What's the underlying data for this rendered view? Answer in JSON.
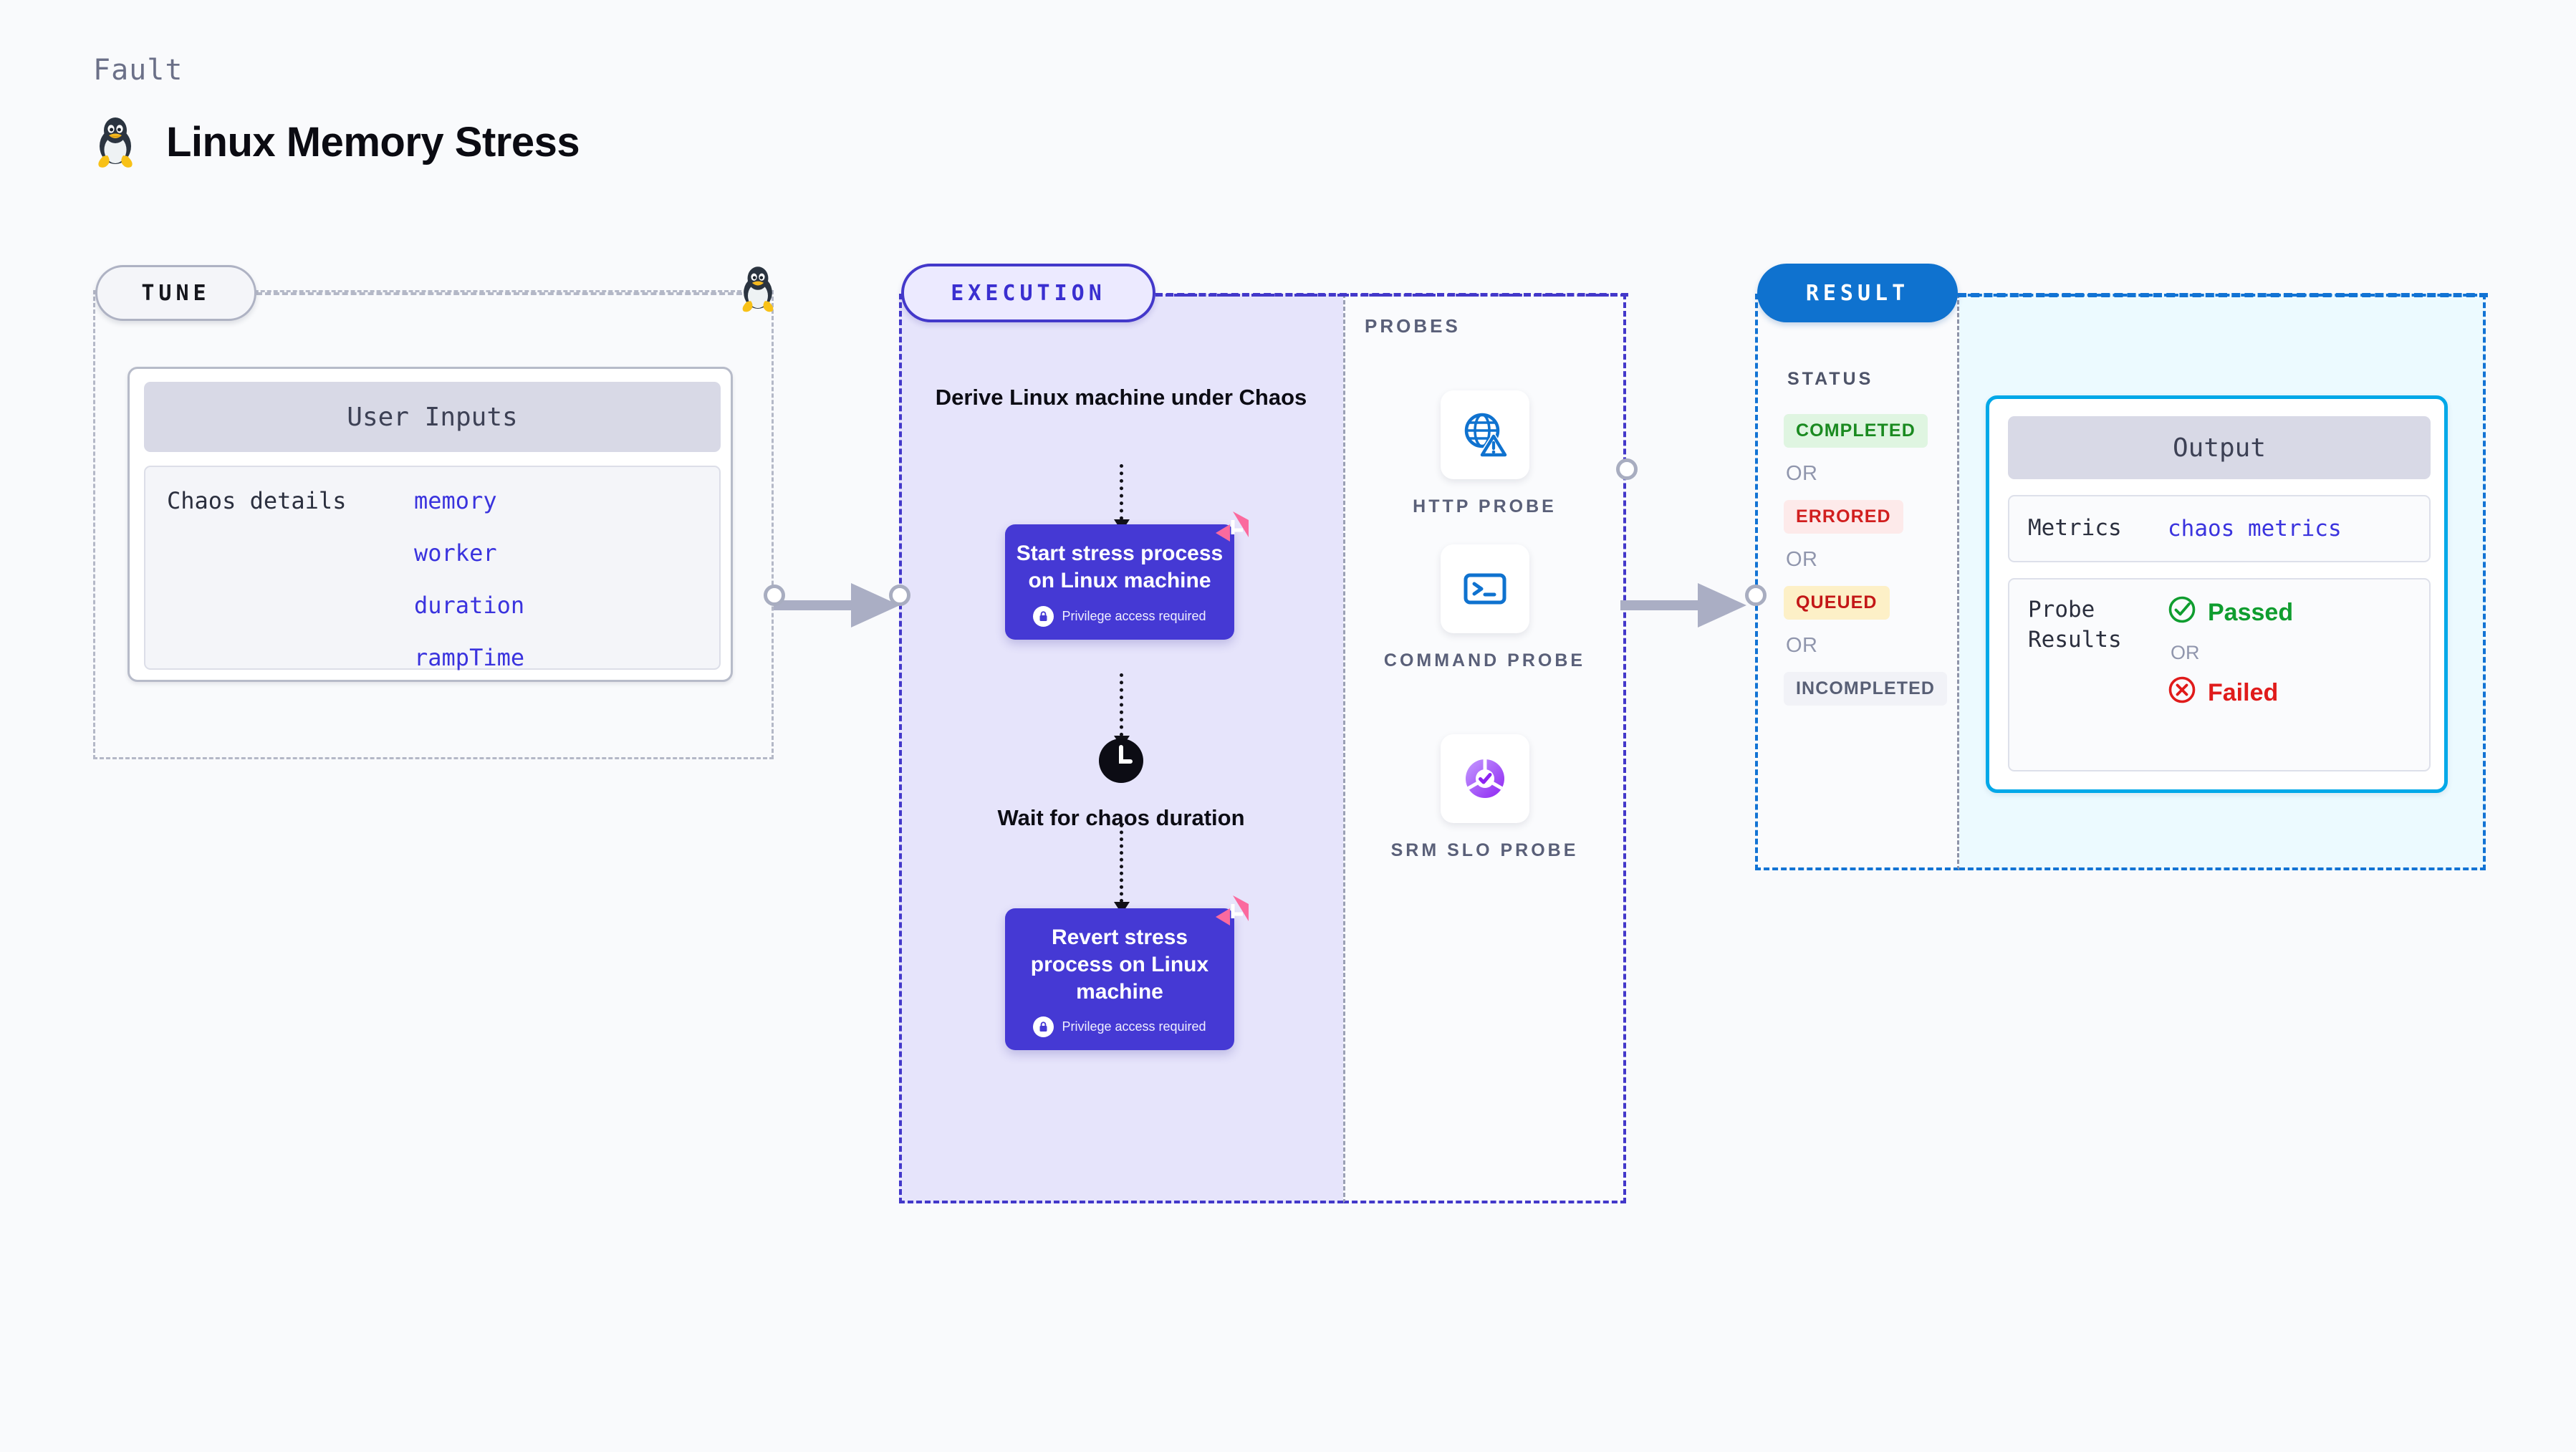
{
  "header": {
    "kicker": "Fault",
    "title": "Linux Memory Stress",
    "icon": "tux-penguin-icon"
  },
  "tune": {
    "pill_label": "TUNE",
    "inputs_card": {
      "header": "User Inputs",
      "row_label": "Chaos details",
      "values": [
        "memory",
        "worker",
        "duration",
        "rampTime"
      ]
    },
    "edge_icon": "tux-penguin-icon"
  },
  "execution": {
    "pill_label": "EXECUTION",
    "step_derive": "Derive Linux machine under Chaos",
    "step_wait": "Wait for chaos duration",
    "wait_icon": "clock-icon",
    "cards": [
      {
        "title": "Start stress process on Linux machine",
        "note": "Privilege access required",
        "note_icon": "lock-icon",
        "corner_icon": "chaos-mark-icon"
      },
      {
        "title": "Revert stress process on Linux machine",
        "note": "Privilege access required",
        "note_icon": "lock-icon",
        "corner_icon": "chaos-mark-icon"
      }
    ]
  },
  "probes": {
    "label": "PROBES",
    "items": [
      {
        "name": "HTTP PROBE",
        "icon": "globe-warning-icon"
      },
      {
        "name": "COMMAND PROBE",
        "icon": "terminal-icon"
      },
      {
        "name": "SRM SLO PROBE",
        "icon": "slo-donut-check-icon"
      }
    ]
  },
  "result": {
    "pill_label": "RESULT",
    "status_label": "STATUS",
    "or_label": "OR",
    "statuses": [
      {
        "label": "COMPLETED",
        "bg": "#dff5e1",
        "fg": "#1a8a20"
      },
      {
        "label": "ERRORED",
        "bg": "#fdeaea",
        "fg": "#d11f1f"
      },
      {
        "label": "QUEUED",
        "bg": "#fdf0c7",
        "fg": "#c31717"
      },
      {
        "label": "INCOMPLETED",
        "bg": "#f1f2f7",
        "fg": "#585f75"
      }
    ],
    "output": {
      "header": "Output",
      "metrics_key": "Metrics",
      "metrics_value": "chaos metrics",
      "probe_key": "Probe Results",
      "passed_label": "Passed",
      "passed_icon": "check-circle-icon",
      "failed_label": "Failed",
      "failed_icon": "x-circle-icon",
      "or_label": "OR"
    }
  },
  "colors": {
    "accent_indigo": "#4338ca",
    "card_purple": "#4539d4",
    "accent_blue": "#1273d4",
    "accent_cyan": "#00a8e8",
    "chaos_pink": "#fb6a9e",
    "panel_lavender": "#e6e4fb",
    "panel_cyan": "#ecfaff",
    "gray_dash": "#b4b8c7"
  }
}
